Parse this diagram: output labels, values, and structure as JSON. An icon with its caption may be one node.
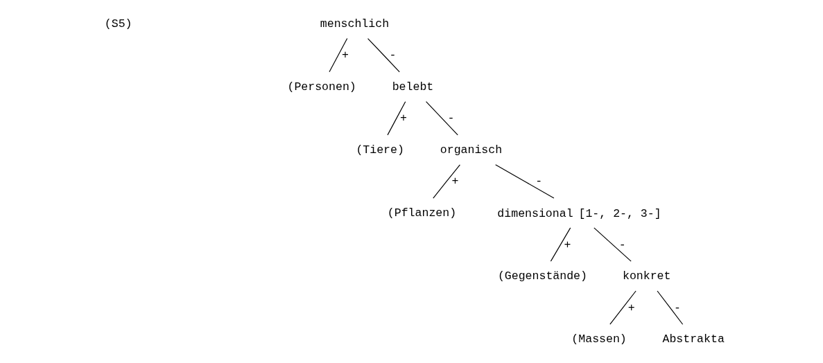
{
  "diagram": {
    "nodes": [
      {
        "text": [
          "menschlich"
        ]
      },
      {
        "text": [
          "(Personen)"
        ]
      },
      {
        "text": [
          "belebt"
        ]
      },
      {
        "text": [
          "(Tiere)"
        ]
      },
      {
        "text": [
          "organisch"
        ]
      },
      {
        "text": [
          "(Pflanzen)"
        ]
      },
      {
        "text": [
          "dimensional"
        ],
        "beside": [
          "[1-, 2-, 3-]"
        ]
      },
      {
        "text": [
          "(Gegenstände)"
        ]
      },
      {
        "text": [
          "konkret"
        ]
      },
      {
        "text": [
          "(Massen)"
        ]
      },
      {
        "text": [
          "Abstrakta"
        ]
      }
    ],
    "edges": [
      {
        "from": 0,
        "to": 1,
        "arrow": "none",
        "label": "+"
      },
      {
        "from": 0,
        "to": 2,
        "arrow": "none",
        "label": "-"
      },
      {
        "from": 2,
        "to": 3,
        "arrow": "none",
        "label": "+"
      },
      {
        "from": 2,
        "to": 4,
        "arrow": "none",
        "label": "-"
      },
      {
        "from": 4,
        "to": 5,
        "arrow": "none",
        "label": "+"
      },
      {
        "from": 4,
        "to": 6,
        "arrow": "none",
        "label": "-"
      },
      {
        "from": 6,
        "to": 7,
        "arrow": "none",
        "label": "+"
      },
      {
        "from": 6,
        "to": 8,
        "arrow": "none",
        "label": "-"
      },
      {
        "from": 8,
        "to": 9,
        "arrow": "none",
        "label": "+"
      },
      {
        "from": 8,
        "to": 10,
        "arrow": "none",
        "label": "-"
      }
    ],
    "labels": [
      "(S5)"
    ]
  }
}
